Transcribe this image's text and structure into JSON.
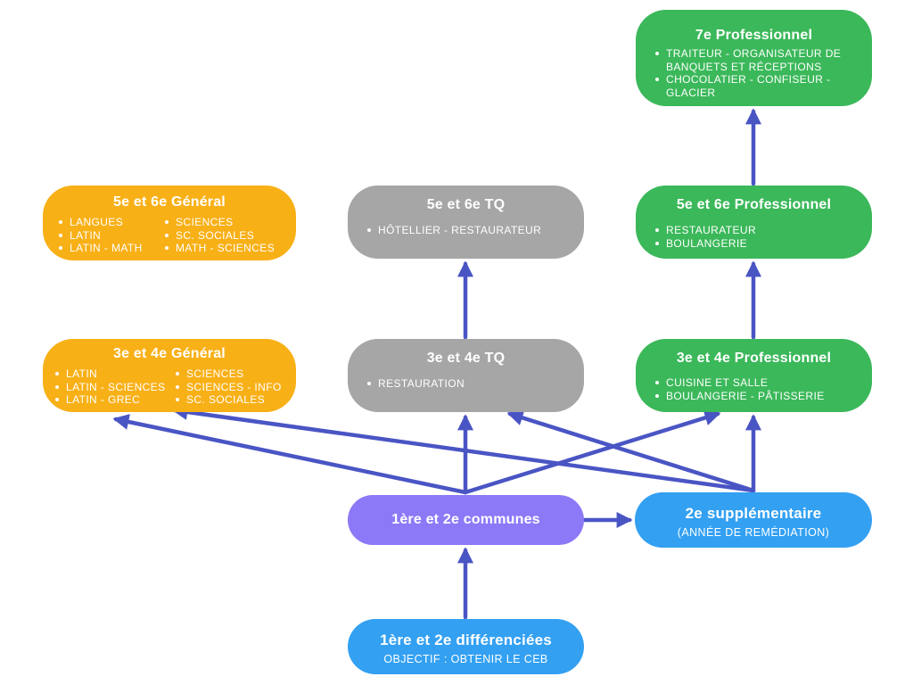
{
  "nodes": {
    "pro7": {
      "title": "7e Professionnel",
      "items": [
        "TRAITEUR - ORGANISATEUR DE BANQUETS ET RÉCEPTIONS",
        "CHOCOLATIER - CONFISEUR - GLACIER"
      ],
      "color": "#3bb85a"
    },
    "pro5": {
      "title": "5e et 6e Professionnel",
      "items": [
        "RESTAURATEUR",
        "BOULANGERIE"
      ],
      "color": "#3bb85a"
    },
    "pro3": {
      "title": "3e et 4e Professionnel",
      "items": [
        "CUISINE ET SALLE",
        "BOULANGERIE - PÂTISSERIE"
      ],
      "color": "#3bb85a"
    },
    "tq5": {
      "title": "5e et 6e TQ",
      "items": [
        "HÔTELLIER - RESTAURATEUR"
      ],
      "color": "#a6a6a6"
    },
    "tq3": {
      "title": "3e et 4e TQ",
      "items": [
        "RESTAURATION"
      ],
      "color": "#a6a6a6"
    },
    "gen5": {
      "title": "5e et 6e Général",
      "items_left": [
        "LANGUES",
        "LATIN",
        "LATIN - MATH"
      ],
      "items_right": [
        "SCIENCES",
        "SC. SOCIALES",
        "MATH - SCIENCES"
      ],
      "color": "#f8b017"
    },
    "gen3": {
      "title": "3e et 4e Général",
      "items_left": [
        "LATIN",
        "LATIN - SCIENCES",
        "LATIN - GREC"
      ],
      "items_right": [
        "SCIENCES",
        "SCIENCES - INFO",
        "SC. SOCIALES"
      ],
      "color": "#f8b017"
    },
    "communes": {
      "title": "1ère et 2e communes",
      "color": "#8c79f7"
    },
    "supp": {
      "title": "2e supplémentaire",
      "subtitle": "(ANNÉE DE REMÉDIATION)",
      "color": "#33a0f2"
    },
    "diff": {
      "title": "1ère et 2e différenciées",
      "subtitle": "OBJECTIF : OBTENIR LE CEB",
      "color": "#33a0f2"
    }
  },
  "edges": [
    {
      "from": "diff",
      "to": "communes"
    },
    {
      "from": "communes",
      "to": "supp"
    },
    {
      "from": "communes",
      "to": "gen3"
    },
    {
      "from": "communes",
      "to": "tq3"
    },
    {
      "from": "communes",
      "to": "pro3"
    },
    {
      "from": "supp",
      "to": "gen3"
    },
    {
      "from": "supp",
      "to": "tq3"
    },
    {
      "from": "supp",
      "to": "pro3"
    },
    {
      "from": "tq3",
      "to": "tq5"
    },
    {
      "from": "pro3",
      "to": "pro5"
    },
    {
      "from": "pro5",
      "to": "pro7"
    }
  ],
  "arrow_color": "#4a55c4"
}
